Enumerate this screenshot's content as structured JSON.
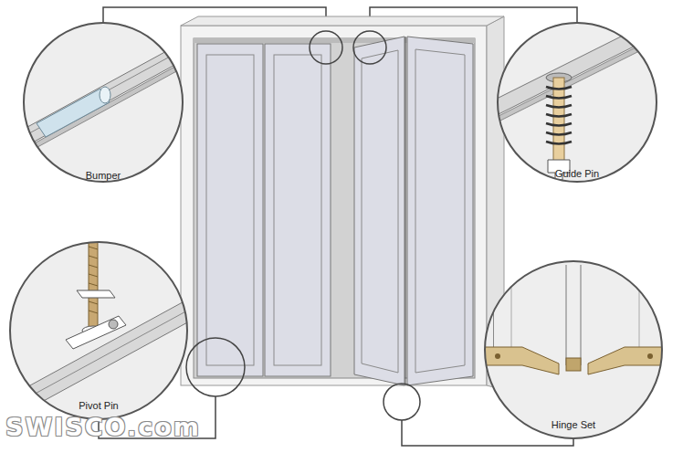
{
  "diagram": {
    "nodes": [
      {
        "text": [
          "Bumper"
        ]
      },
      {
        "text": [
          "Guide Pin"
        ]
      },
      {
        "text": [
          "Pivot Pin"
        ]
      },
      {
        "text": [
          "Hinge Set"
        ]
      }
    ],
    "labels": [
      "SWISCO.com"
    ]
  }
}
